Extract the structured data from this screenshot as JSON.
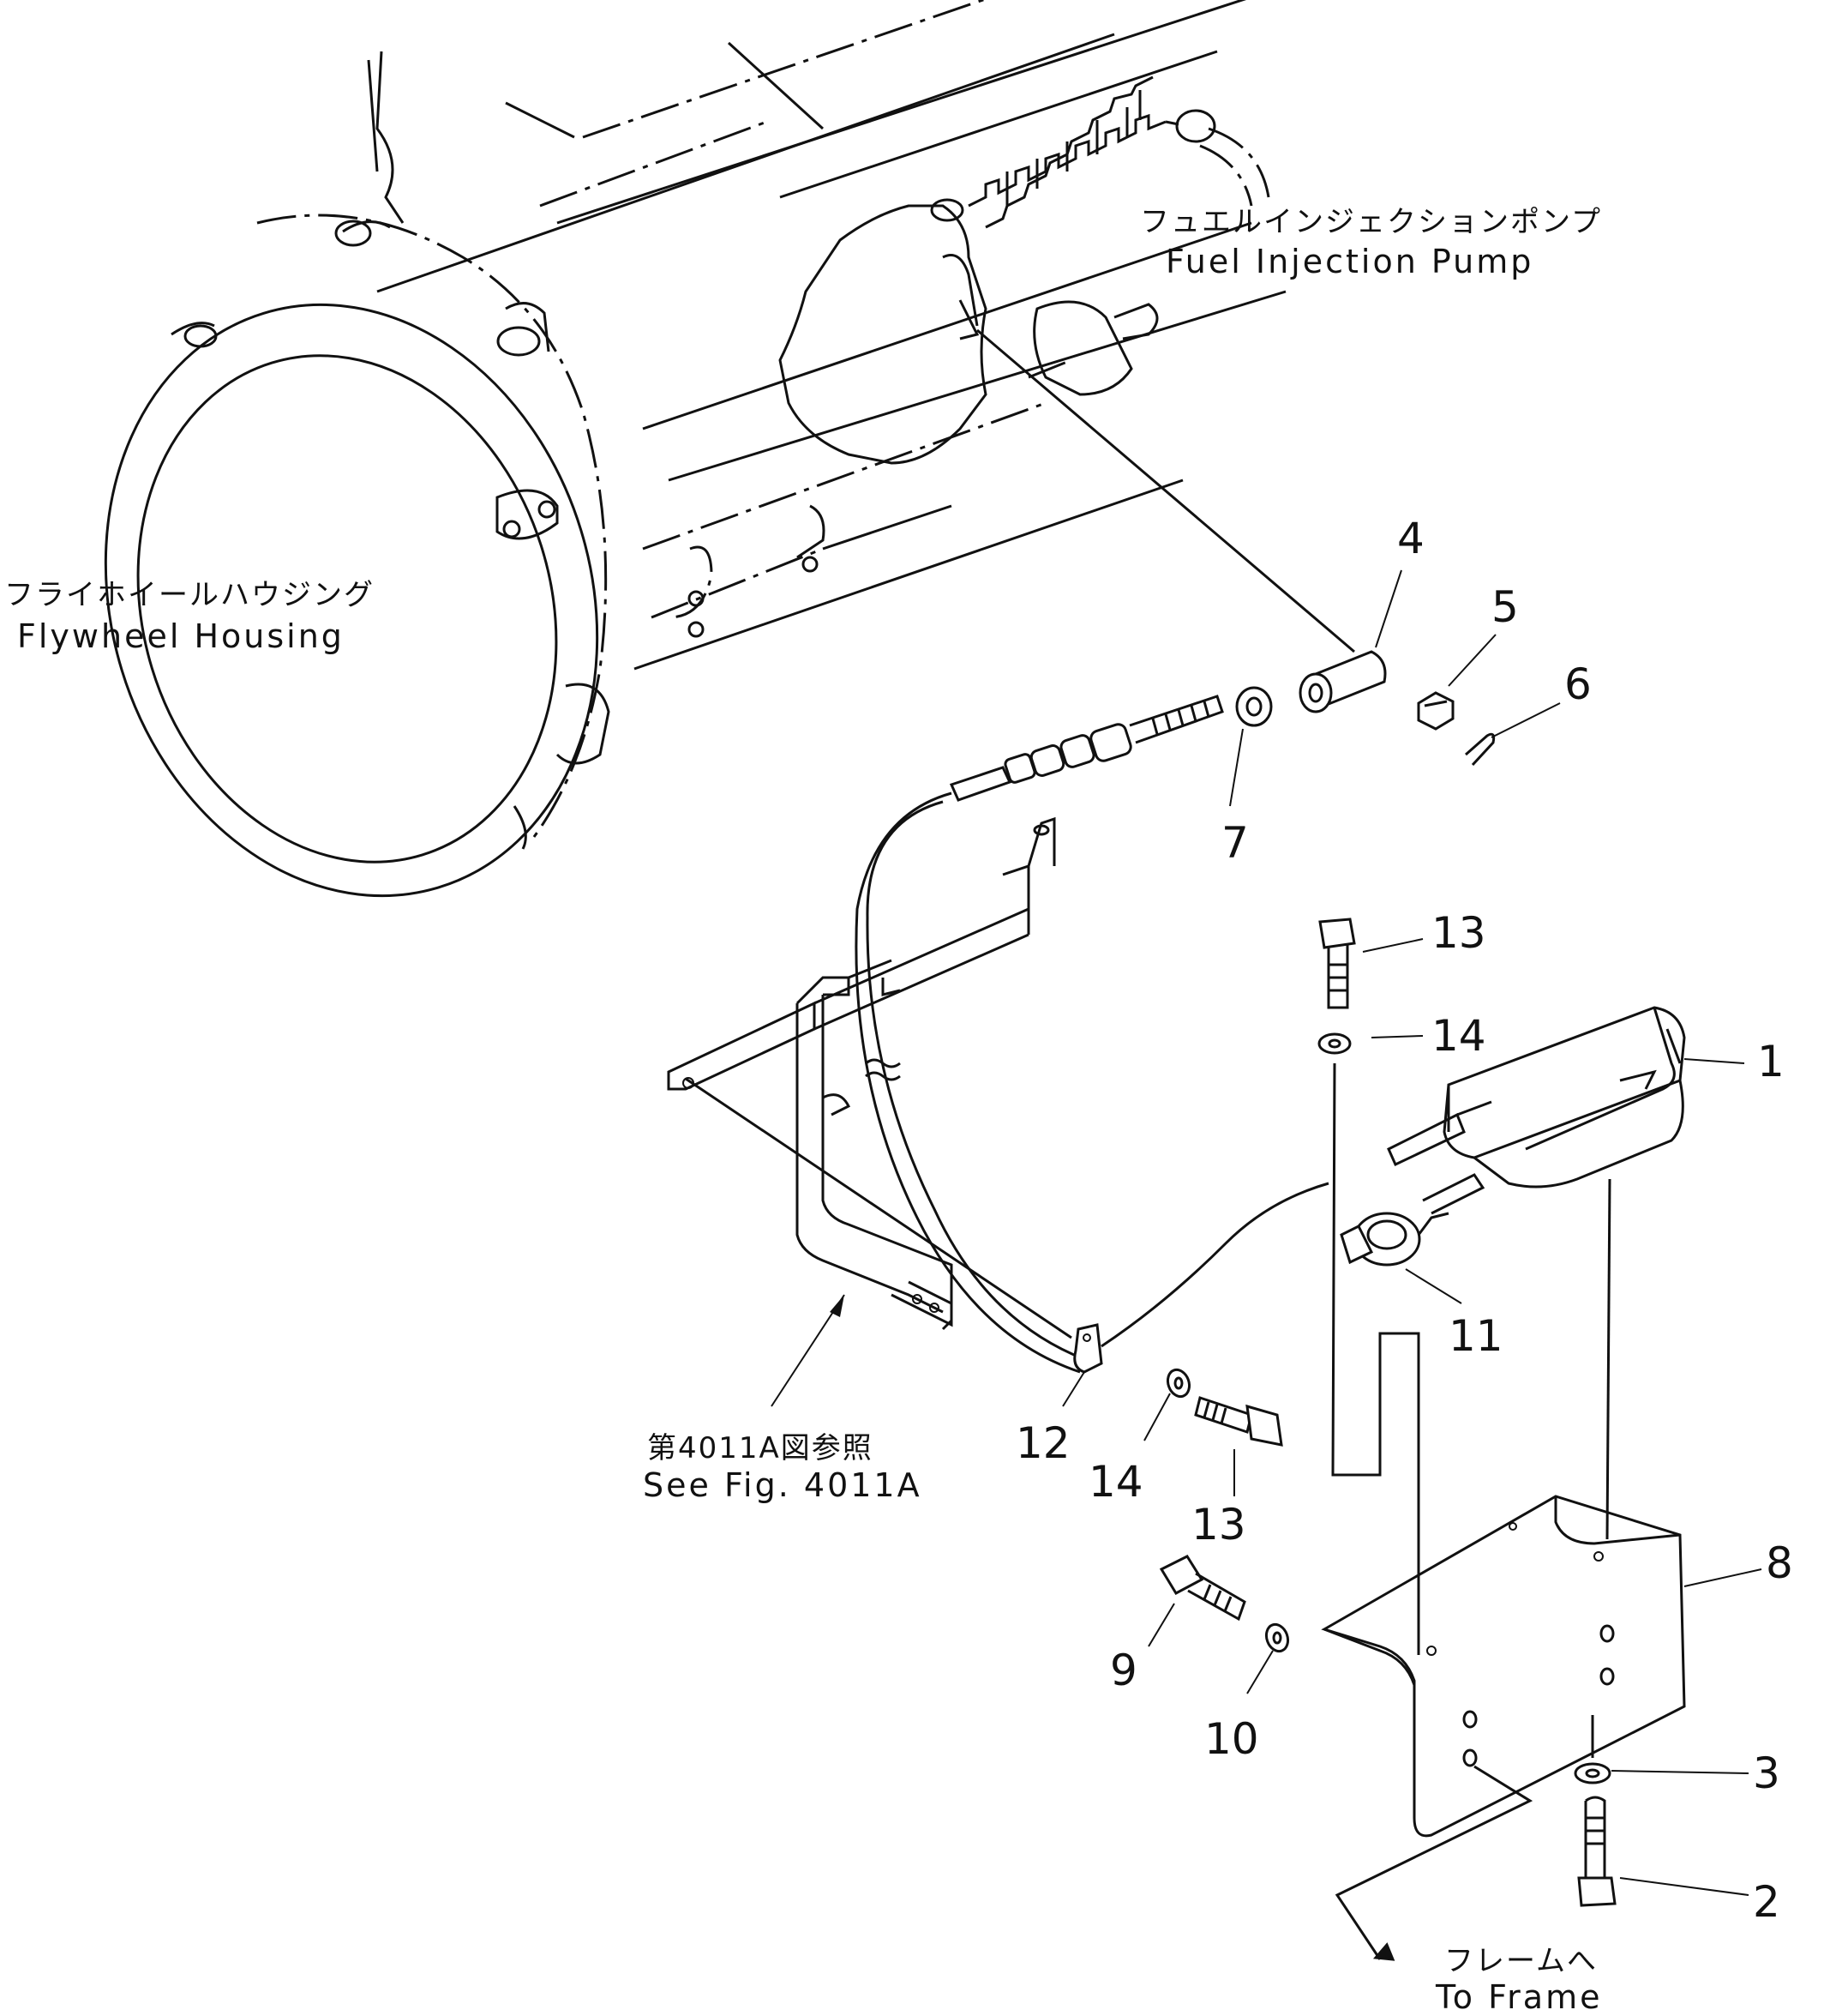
{
  "labels": {
    "fuel_pump_jp": "フュエルインジェクションポンプ",
    "fuel_pump_en": "Fuel Injection Pump",
    "flywheel_jp": "フライホイールハウジング",
    "flywheel_en": "Flywheel Housing",
    "see_fig_jp": "第4011A図参照",
    "see_fig_en": "See Fig. 4011A",
    "to_frame_jp": "フレームへ",
    "to_frame_en": "To Frame"
  },
  "callouts": [
    "1",
    "2",
    "3",
    "4",
    "5",
    "6",
    "7",
    "8",
    "9",
    "10",
    "11",
    "12",
    "13",
    "14",
    "13",
    "14"
  ]
}
